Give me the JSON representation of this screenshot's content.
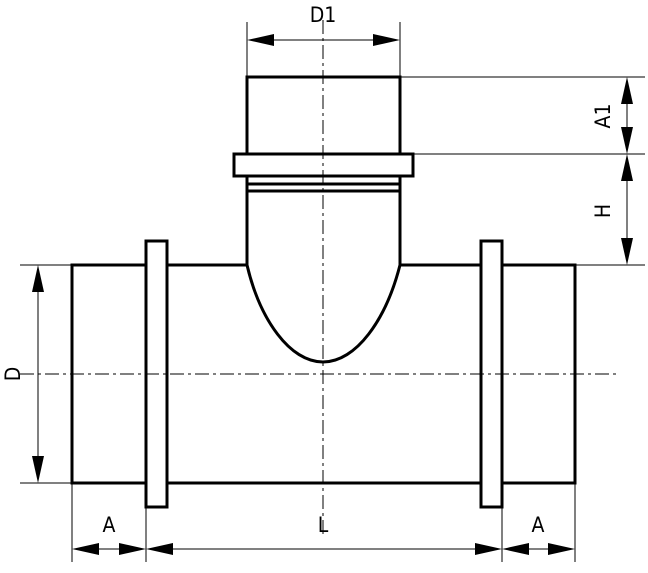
{
  "labels": {
    "d1": "D1",
    "a1": "A1",
    "h": "H",
    "d": "D",
    "a_left": "A",
    "l": "L",
    "a_right": "A"
  }
}
